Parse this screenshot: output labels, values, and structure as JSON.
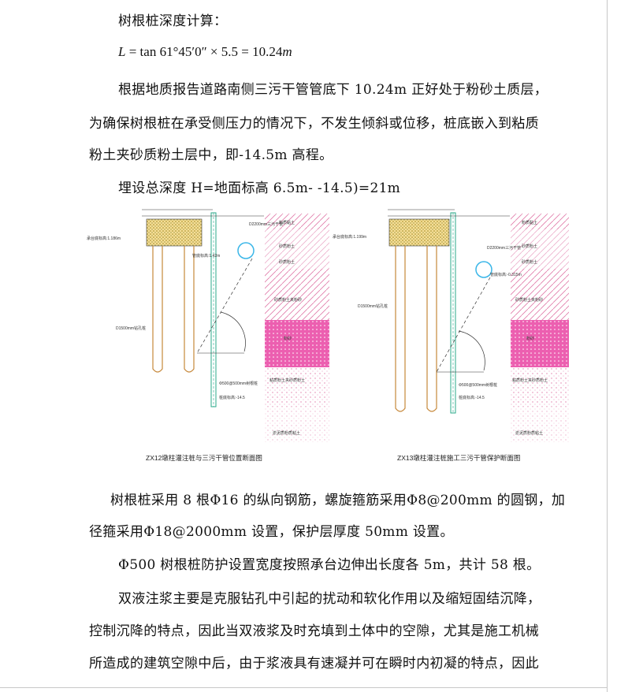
{
  "heading": "树根桩深度计算：",
  "formula": {
    "lhs": "L",
    "rhs": "= tan 61°45′0″ × 5.5 = 10.24",
    "unit": "m"
  },
  "para1": [
    "根据地质报告道路南侧三污干管管底下 10.24m 正好处于粉砂土质层，",
    "为确保树根桩在承受侧压力的情况下，不发生倾斜或位移，桩底嵌入到粘质",
    "粉土夹砂质粉土层中，即-14.5m 高程。"
  ],
  "para2": "埋设总深度 H=地面标高 6.5m- -14.5)=21m",
  "figures": [
    {
      "caption": "ZX12墩柱灌注桩与三污干管位置断面图",
      "pile_label": "D1500mm钻孔桩",
      "pipe_label": "D2200mm三污干管",
      "cap_label": "承台底标高:1.186m",
      "pipe_bottom": "管底标高:1.42m",
      "rootpile_label": "Φ500@500mm树根桩",
      "rootpile_bottom": "桩底标高:-14.5",
      "layers": [
        "粉质黏土",
        "砂质粉土",
        "砂质粉土",
        "砂质粉土夹粉砂",
        "粉砂",
        "粘质粉土夹砂质粉土",
        "淤泥质粉质粘土"
      ]
    },
    {
      "caption": "ZX13墩柱灌注桩施工三污干管保护断面图",
      "pile_label": "D1500mm钻孔桩",
      "pipe_label": "D2200mm三污干管",
      "cap_label": "承台底标高:1.199m",
      "pipe_bottom": "管底标高:-0.315m",
      "rootpile_label": "Φ500@500mm树根桩",
      "rootpile_bottom": "桩底标高:-14.5",
      "layers": [
        "粉质黏土",
        "砂质粉土",
        "砂质粉土",
        "砂质粉土夹粉砂",
        "粉砂",
        "粘质粉土夹砂质粉土",
        "淤泥质粉质粘土"
      ]
    }
  ],
  "para3": [
    "树根桩采用 8 根Φ16 的纵向钢筋，螺旋箍筋采用Φ8@200mm 的圆钢，加",
    "径箍采用Φ18@2000mm 设置，保护层厚度 50mm 设置。"
  ],
  "para4": "Φ500 树根桩防护设置宽度按照承台边伸出长度各 5m，共计 58 根。",
  "para5": [
    "双液注浆主要是克服钻孔中引起的扰动和软化作用以及缩短固结沉降，",
    "控制沉降的特点，因此当双液浆及时充填到土体中的空隙，尤其是施工机械",
    "所造成的建筑空隙中后，由于浆液具有速凝并可在瞬时内初凝的特点，因此"
  ]
}
